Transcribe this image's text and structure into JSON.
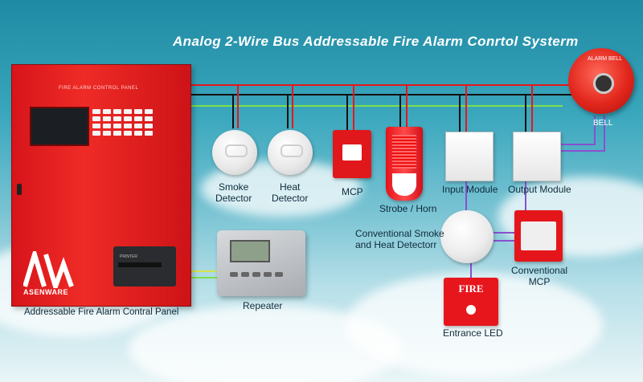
{
  "title": "Analog 2-Wire Bus Addressable Fire  Alarm Conrtol Systerm",
  "panel": {
    "label": "Addressable Fire Alarm Contral Panel",
    "logo_text": "ASENWARE"
  },
  "devices": {
    "smoke_detector": "Smoke\nDetector",
    "heat_detector": "Heat\nDetector",
    "mcp": "MCP",
    "strobe_horn": "Strobe / Horn",
    "input_module": "Input  Module",
    "output_module": "Output Module",
    "bell": "BELL",
    "repeater": "Repeater",
    "conv_smoke_heat": "Conventional Smoke\nand Heat Detectorr",
    "conv_mcp": "Conventional\nMCP",
    "entrance_led": "Entrance  LED"
  },
  "led_face_text": "FIRE",
  "colors": {
    "bus_red": "#e8161d",
    "bus_black": "#111111",
    "bus_green": "#7be04a",
    "aux_yellow": "#d8e34a",
    "aux_purple": "#8a4fd0"
  }
}
